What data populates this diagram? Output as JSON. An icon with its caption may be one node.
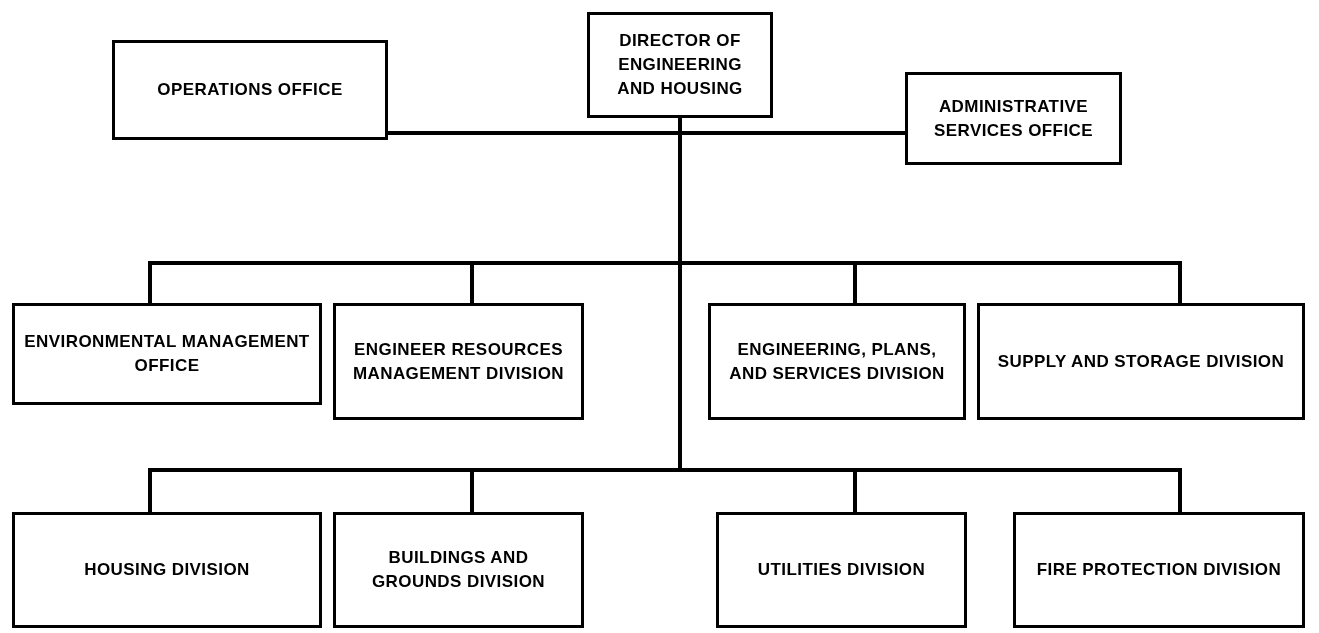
{
  "diagram": {
    "nodes": [
      {
        "text": [
          "DIRECTOR OF ENGINEERING AND HOUSING"
        ]
      },
      {
        "text": [
          "OPERATIONS OFFICE"
        ]
      },
      {
        "text": [
          "ADMINISTRATIVE SERVICES OFFICE"
        ]
      },
      {
        "text": [
          "ENVIRONMENTAL MANAGEMENT OFFICE"
        ]
      },
      {
        "text": [
          "ENGINEER RESOURCES MANAGEMENT DIVISION"
        ]
      },
      {
        "text": [
          "ENGINEERING, PLANS, AND SERVICES DIVISION"
        ]
      },
      {
        "text": [
          "SUPPLY AND STORAGE DIVISION"
        ]
      },
      {
        "text": [
          "HOUSING DIVISION"
        ]
      },
      {
        "text": [
          "BUILDINGS AND GROUNDS DIVISION"
        ]
      },
      {
        "text": [
          "UTILITIES DIVISION"
        ]
      },
      {
        "text": [
          "FIRE PROTECTION DIVISION"
        ]
      }
    ],
    "edges": [
      {
        "from": 0,
        "to": 1,
        "arrow": "none"
      },
      {
        "from": 0,
        "to": 2,
        "arrow": "none"
      },
      {
        "from": 0,
        "to": 3,
        "arrow": "none"
      },
      {
        "from": 0,
        "to": 4,
        "arrow": "none"
      },
      {
        "from": 0,
        "to": 5,
        "arrow": "none"
      },
      {
        "from": 0,
        "to": 6,
        "arrow": "none"
      },
      {
        "from": 0,
        "to": 7,
        "arrow": "none"
      },
      {
        "from": 0,
        "to": 8,
        "arrow": "none"
      },
      {
        "from": 0,
        "to": 9,
        "arrow": "none"
      },
      {
        "from": 0,
        "to": 10,
        "arrow": "none"
      }
    ]
  }
}
